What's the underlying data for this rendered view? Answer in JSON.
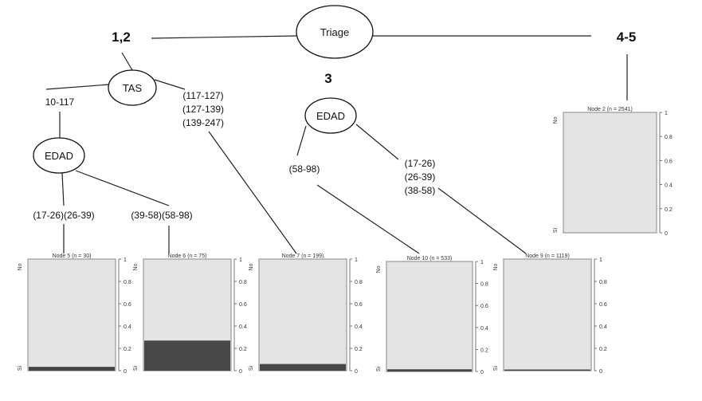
{
  "nodes": {
    "root": "Triage",
    "tas": "TAS",
    "edad_left": "EDAD",
    "edad_mid": "EDAD"
  },
  "branches": {
    "root_left": "1,2",
    "root_mid": "3",
    "root_right": "4-5",
    "tas_left": "10-117",
    "tas_right": [
      "(117-127)",
      "(127-139)",
      "(139-247)"
    ],
    "edad_left_a": "(17-26)(26-39)",
    "edad_left_b": "(39-58)(58-98)",
    "edad_mid_a": "(58-98)",
    "edad_mid_b": [
      "(17-26)",
      "(26-39)",
      "(38-58)"
    ]
  },
  "chart_data": {
    "type": "bar",
    "categories_axis_labels": {
      "top": "No",
      "bottom": "Si"
    },
    "ylim": [
      0,
      1
    ],
    "yticks": [
      "0",
      "0.2",
      "0.4",
      "0.6",
      "0.8",
      "1"
    ],
    "terminal_nodes": [
      {
        "title": "Node 5 (n = 30)",
        "si_fraction": 0.035
      },
      {
        "title": "Node 6 (n = 75)",
        "si_fraction": 0.27
      },
      {
        "title": "Node 7 (n = 199)",
        "si_fraction": 0.06
      },
      {
        "title": "Node 10 (n = 533)",
        "si_fraction": 0.02
      },
      {
        "title": "Node 9 (n = 1119)",
        "si_fraction": 0.005
      },
      {
        "title": "Node 2 (n = 2541)",
        "si_fraction": 0.0
      }
    ]
  }
}
